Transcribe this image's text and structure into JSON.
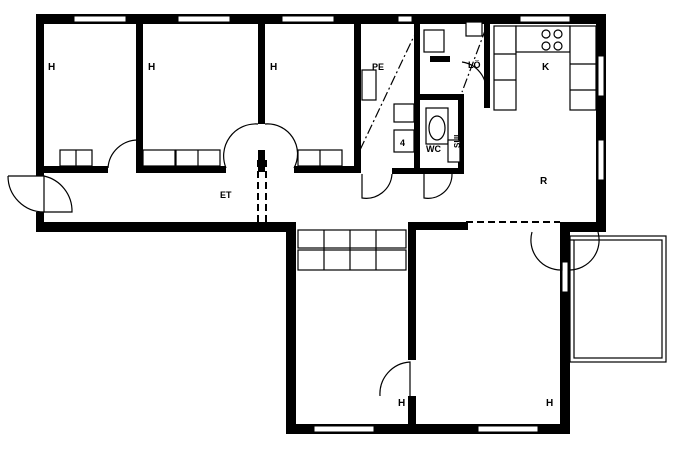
{
  "rooms": [
    {
      "id": "bedroom-1",
      "label": "H"
    },
    {
      "id": "bedroom-2",
      "label": "H"
    },
    {
      "id": "bedroom-3",
      "label": "H"
    },
    {
      "id": "sauna",
      "label": "PE"
    },
    {
      "id": "laundry",
      "label": "LÖ"
    },
    {
      "id": "kitchen",
      "label": "K"
    },
    {
      "id": "toilet",
      "label": "WC"
    },
    {
      "id": "living-room",
      "label": "R"
    },
    {
      "id": "entry-hall",
      "label": "ET"
    },
    {
      "id": "bedroom-4",
      "label": "H"
    },
    {
      "id": "bedroom-5",
      "label": "H"
    }
  ],
  "fixture_labels": {
    "cabinet_number": "4",
    "shower_code": "SUI"
  },
  "colors": {
    "ink": "#000000",
    "paper": "#ffffff"
  }
}
